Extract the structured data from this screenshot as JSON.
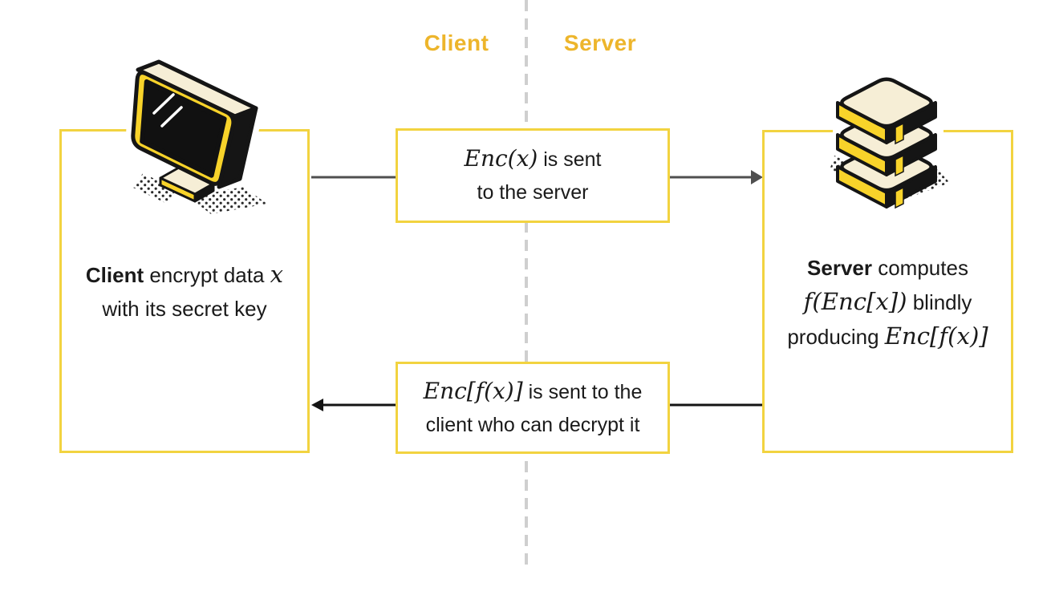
{
  "header": {
    "client_label": "Client",
    "server_label": "Server"
  },
  "client_box": {
    "icon": "monitor-icon",
    "line1": {
      "bold": "Client",
      "text": " encrypt data ",
      "math": "x"
    },
    "line2": "with its secret key"
  },
  "server_box": {
    "icon": "database-stack-icon",
    "line1": {
      "bold": "Server",
      "text": " computes"
    },
    "line2": {
      "math": "f(Enc[x])",
      "text": " blindly"
    },
    "line3": {
      "text": "producing ",
      "math": "Enc[f(x)]"
    }
  },
  "request_box": {
    "line1": {
      "math": "Enc(x)",
      "text": "  is sent"
    },
    "line2": "to the server"
  },
  "response_box": {
    "line1": {
      "math": "Enc[f(x)]",
      "text": " is sent to the"
    },
    "line2": "client who can decrypt it"
  },
  "colors": {
    "box_border_yellow": "#f2d340",
    "header_gold": "#edb52b",
    "icon_yellow": "#f8d32a",
    "icon_cream": "#f6eed6",
    "icon_black": "#151515",
    "request_arrow_gray": "#4f4f4f",
    "response_arrow_black": "#141414",
    "divider_gray": "#cfcfcf",
    "text_color": "#1a1a1a"
  }
}
